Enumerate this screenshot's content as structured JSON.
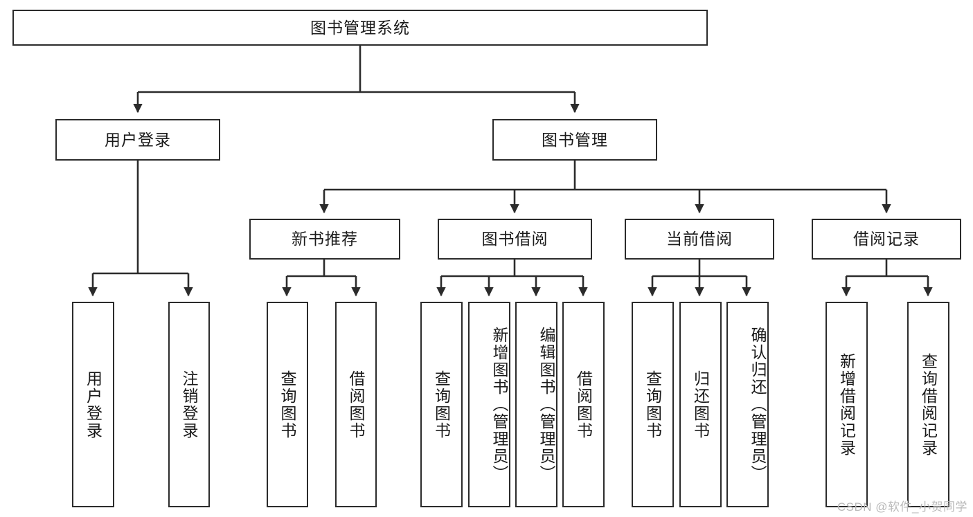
{
  "diagram": {
    "title": "图书管理系统",
    "type": "tree-hierarchy-chart",
    "watermark": "CSDN @软件_小贺同学",
    "colors": {
      "stroke": "#2b2b2b",
      "box_fill": "#ffffff",
      "text": "#1a1a1a",
      "watermark": "#b9b9b9",
      "background": "#ffffff"
    },
    "root": {
      "label": "图书管理系统"
    },
    "level2": [
      {
        "label": "用户登录"
      },
      {
        "label": "图书管理"
      }
    ],
    "level3": [
      {
        "label": "新书推荐"
      },
      {
        "label": "图书借阅"
      },
      {
        "label": "当前借阅"
      },
      {
        "label": "借阅记录"
      }
    ],
    "leaves": {
      "user_login": [
        {
          "label": "用户登录"
        },
        {
          "label": "注销登录"
        }
      ],
      "new_book_recommend": [
        {
          "label": "查询图书"
        },
        {
          "label": "借阅图书"
        }
      ],
      "book_borrow": [
        {
          "label": "查询图书"
        },
        {
          "label": "新增图书（管理员）"
        },
        {
          "label": "编辑图书（管理员）"
        },
        {
          "label": "借阅图书"
        }
      ],
      "current_borrow": [
        {
          "label": "查询图书"
        },
        {
          "label": "归还图书"
        },
        {
          "label": "确认归还（管理员）"
        }
      ],
      "borrow_record": [
        {
          "label": "新增借阅记录"
        },
        {
          "label": "查询借阅记录"
        }
      ]
    }
  }
}
